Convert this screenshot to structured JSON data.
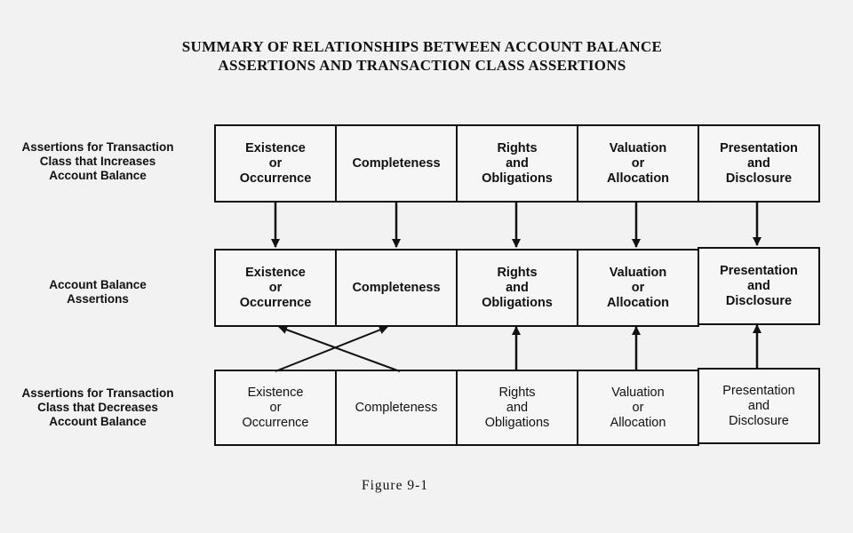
{
  "title": {
    "line1": "SUMMARY OF RELATIONSHIPS BETWEEN ACCOUNT BALANCE",
    "line2": "ASSERTIONS AND TRANSACTION CLASS ASSERTIONS"
  },
  "rows": [
    {
      "label": [
        "Assertions for Transaction",
        "Class that Increases",
        "Account Balance"
      ],
      "cells": [
        [
          "Existence",
          "or",
          "Occurrence"
        ],
        [
          "Completeness"
        ],
        [
          "Rights",
          "and",
          "Obligations"
        ],
        [
          "Valuation",
          "or",
          "Allocation"
        ],
        [
          "Presentation",
          "and",
          "Disclosure"
        ]
      ]
    },
    {
      "label": [
        "Account Balance",
        "Assertions"
      ],
      "cells": [
        [
          "Existence",
          "or",
          "Occurrence"
        ],
        [
          "Completeness"
        ],
        [
          "Rights",
          "and",
          "Obligations"
        ],
        [
          "Valuation",
          "or",
          "Allocation"
        ],
        [
          "Presentation",
          "and",
          "Disclosure"
        ]
      ]
    },
    {
      "label": [
        "Assertions for Transaction",
        "Class that Decreases",
        "Account Balance"
      ],
      "cells": [
        [
          "Existence",
          "or",
          "Occurrence"
        ],
        [
          "Completeness"
        ],
        [
          "Rights",
          "and",
          "Obligations"
        ],
        [
          "Valuation",
          "or",
          "Allocation"
        ],
        [
          "Presentation",
          "and",
          "Disclosure"
        ]
      ]
    }
  ],
  "caption": "Figure 9-1"
}
